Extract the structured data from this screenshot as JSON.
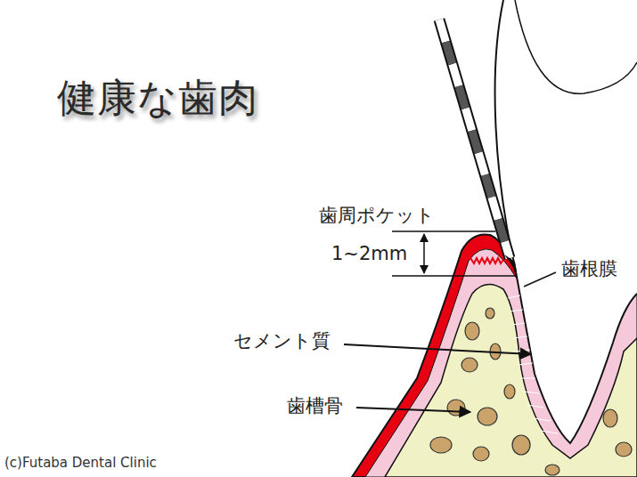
{
  "diagram": {
    "title": "健康な歯肉",
    "labels": [
      "歯周ポケット",
      "1~2mm",
      "歯根膜",
      "セメント質",
      "歯槽骨",
      "(c)Futaba Dental Clinic"
    ]
  }
}
